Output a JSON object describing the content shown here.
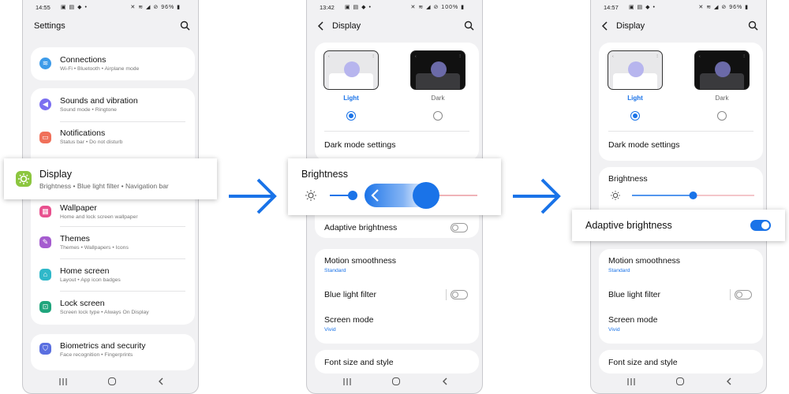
{
  "colors": {
    "accent": "#1a73e8",
    "background": "#f1f1f3",
    "card": "#ffffff"
  },
  "phone1": {
    "status": {
      "time": "14:55",
      "battery": "96%"
    },
    "title": "Settings",
    "items": [
      {
        "title": "Connections",
        "subtitle": "Wi-Fi  •  Bluetooth  •  Airplane mode",
        "icon": "wifi-icon",
        "color": "#3d9be9"
      },
      {
        "title": "Sounds and vibration",
        "subtitle": "Sound mode  •  Ringtone",
        "icon": "volume-icon",
        "color": "#7b6ff0"
      },
      {
        "title": "Notifications",
        "subtitle": "Status bar  •  Do not disturb",
        "icon": "notification-icon",
        "color": "#f0705a"
      },
      {
        "title": "Wallpaper",
        "subtitle": "Home and lock screen wallpaper",
        "icon": "wallpaper-icon",
        "color": "#e8508e"
      },
      {
        "title": "Themes",
        "subtitle": "Themes  •  Wallpapers  •  Icons",
        "icon": "themes-icon",
        "color": "#a55ccf"
      },
      {
        "title": "Home screen",
        "subtitle": "Layout  •  App icon badges",
        "icon": "home-icon",
        "color": "#2fb8c9"
      },
      {
        "title": "Lock screen",
        "subtitle": "Screen lock type  •  Always On Display",
        "icon": "lock-icon",
        "color": "#1fa57c"
      },
      {
        "title": "Biometrics and security",
        "subtitle": "Face recognition  •  Fingerprints",
        "icon": "shield-icon",
        "color": "#5a6fe0"
      }
    ],
    "display_popout": {
      "title": "Display",
      "subtitle": "Brightness  •  Blue light filter  •  Navigation bar",
      "icon": "display-icon",
      "color": "#8cc63f"
    }
  },
  "phone2": {
    "status": {
      "time": "13:42",
      "battery": "100%"
    },
    "title": "Display",
    "themes": {
      "light": "Light",
      "dark": "Dark",
      "selected": "Light"
    },
    "dark_mode_settings": "Dark mode settings",
    "brightness": {
      "label": "Brightness",
      "level": 0.24
    },
    "adaptive_brightness": {
      "label": "Adaptive brightness",
      "on": false
    },
    "motion_smoothness": {
      "label": "Motion smoothness",
      "value": "Standard"
    },
    "blue_light_filter": {
      "label": "Blue light filter",
      "on": false
    },
    "screen_mode": {
      "label": "Screen mode",
      "value": "Vivid"
    },
    "font_size": "Font size and style"
  },
  "phone3": {
    "status": {
      "time": "14:57",
      "battery": "96%"
    },
    "title": "Display",
    "themes": {
      "light": "Light",
      "dark": "Dark",
      "selected": "Light"
    },
    "dark_mode_settings": "Dark mode settings",
    "brightness": {
      "label": "Brightness",
      "level": 0.5
    },
    "adaptive_brightness": {
      "label": "Adaptive brightness",
      "on": true
    },
    "motion_smoothness": {
      "label": "Motion smoothness",
      "value": "Standard"
    },
    "blue_light_filter": {
      "label": "Blue light filter",
      "on": false
    },
    "screen_mode": {
      "label": "Screen mode",
      "value": "Vivid"
    },
    "font_size": "Font size and style"
  }
}
